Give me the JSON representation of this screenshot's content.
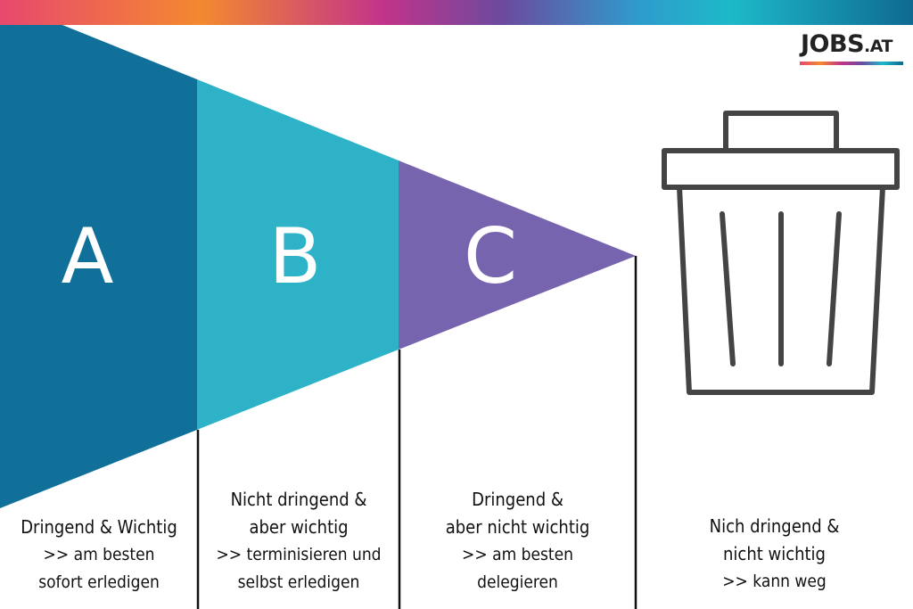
{
  "logo": {
    "main": "JOBS",
    "suffix": ".AT"
  },
  "colors": {
    "a": "#11709a",
    "b": "#2eb2c8",
    "c": "#7764ae",
    "trash": "#444444"
  },
  "categories": [
    {
      "letter": "A",
      "title": [
        "Dringend & Wichtig"
      ],
      "action": [
        ">> am besten",
        "sofort erledigen"
      ]
    },
    {
      "letter": "B",
      "title": [
        "Nicht dringend &",
        "aber wichtig"
      ],
      "action": [
        ">> terminisieren und",
        "selbst erledigen"
      ]
    },
    {
      "letter": "C",
      "title": [
        "Dringend &",
        "aber nicht wichtig"
      ],
      "action": [
        ">> am besten",
        "delegieren"
      ]
    },
    {
      "letter": "",
      "title": [
        "Nich dringend &",
        "nicht wichtig"
      ],
      "action": [
        ">> kann weg"
      ]
    }
  ]
}
